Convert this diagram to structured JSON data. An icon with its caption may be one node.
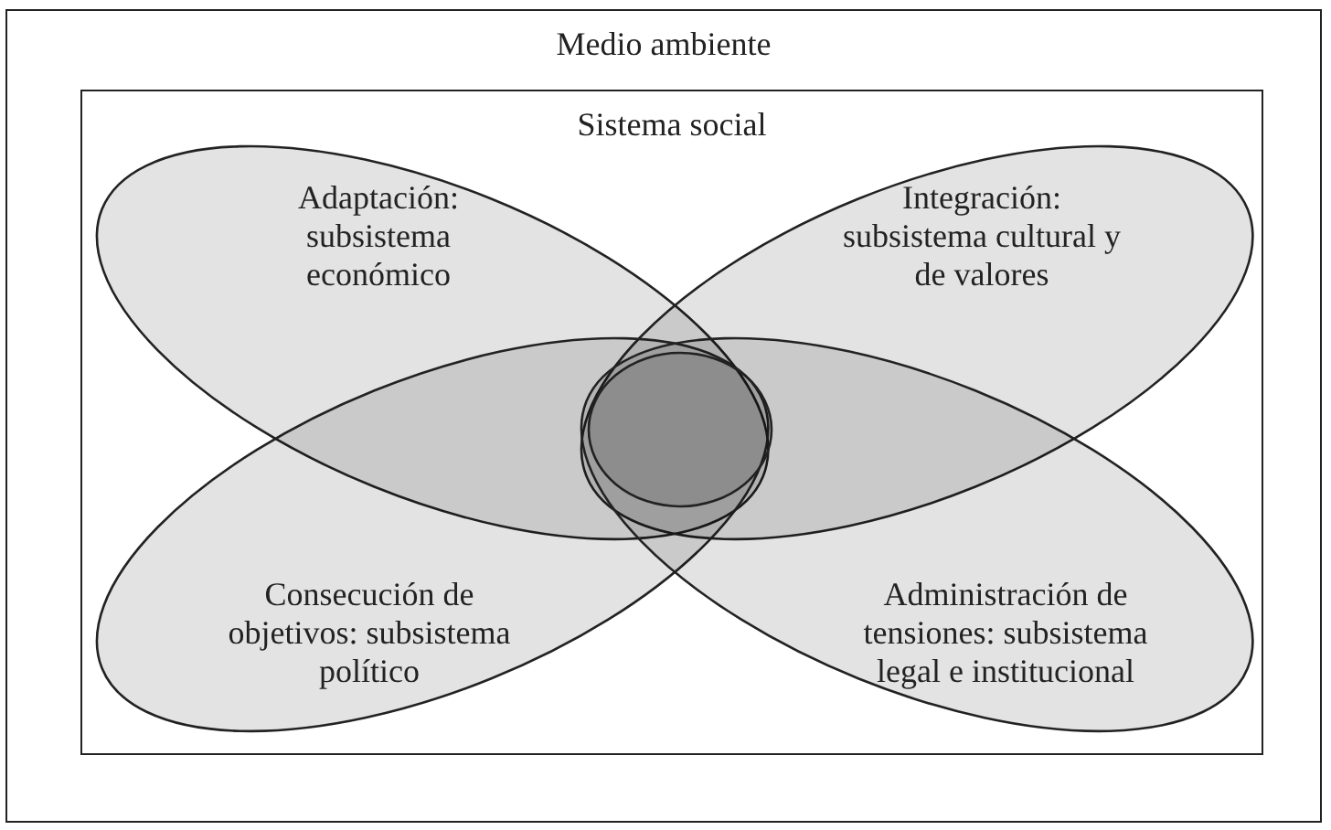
{
  "diagram": {
    "nodes": [
      {
        "text": [
          "Medio ambiente"
        ]
      },
      {
        "text": [
          "Sistema social"
        ],
        "in": 0
      },
      {
        "text": [
          "Adaptación: subsistema económico"
        ],
        "in": 1
      },
      {
        "text": [
          "Integración: subsistema cultural y de valores"
        ],
        "in": 1
      },
      {
        "text": [
          "Consecución de objetivos: subsistema político"
        ],
        "in": 1
      },
      {
        "text": [
          "Administración de tensiones: subsistema legal e institucional"
        ],
        "in": 1
      },
      {
        "text": [],
        "shape": "ellipse"
      }
    ],
    "edges": []
  }
}
